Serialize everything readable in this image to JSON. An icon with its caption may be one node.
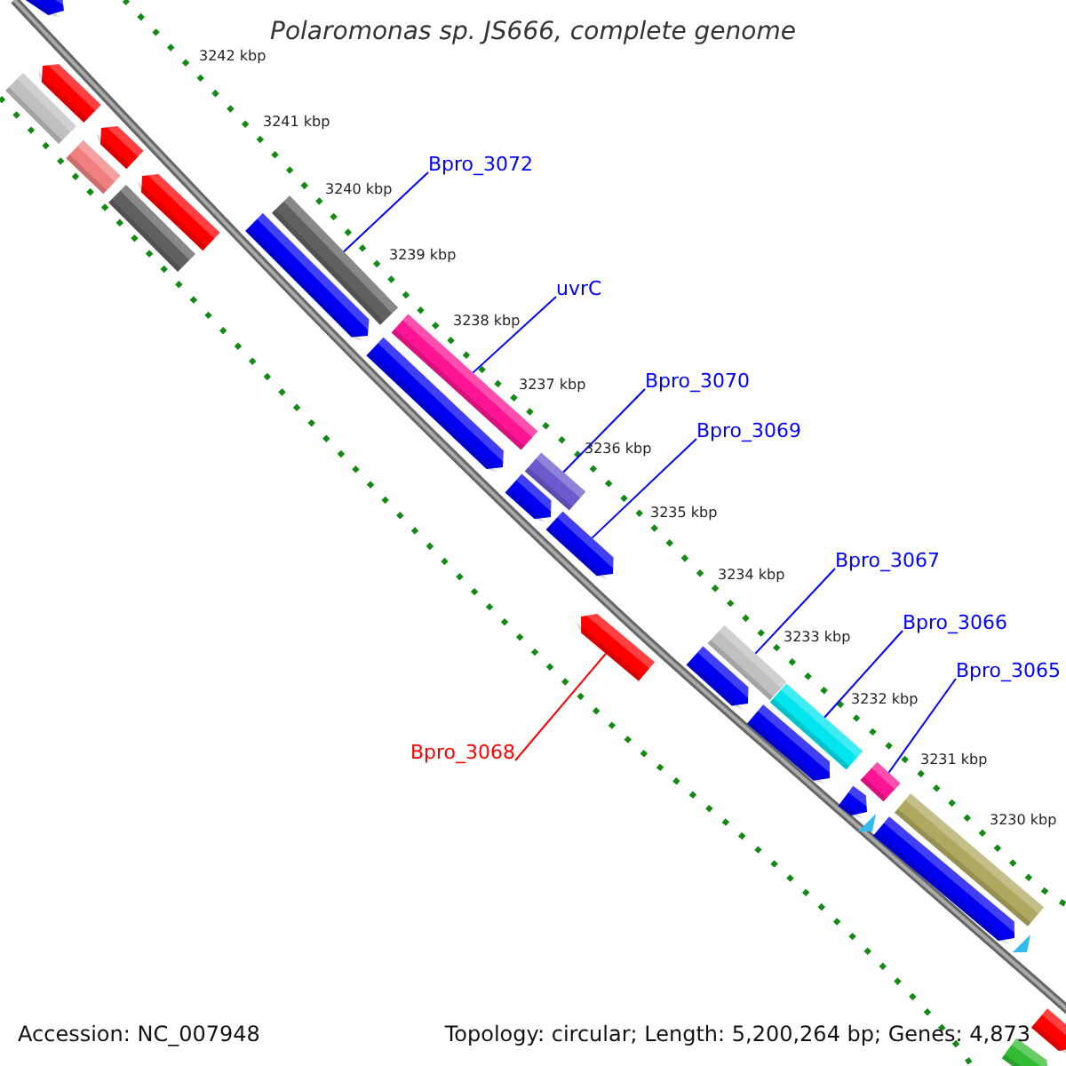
{
  "diagram": {
    "title": "Polaromonas sp. JS666, complete genome",
    "nodes": [
      {
        "text": [
          "Bpro_3072"
        ]
      },
      {
        "text": [],
        "shape": "bar"
      },
      {
        "text": [
          "uvrC"
        ]
      },
      {
        "text": [],
        "shape": "bar"
      },
      {
        "text": [
          "Bpro_3070"
        ]
      },
      {
        "text": [],
        "shape": "bar"
      },
      {
        "text": [
          "Bpro_3069"
        ]
      },
      {
        "text": [],
        "shape": "pentagon"
      },
      {
        "text": [
          "Bpro_3067"
        ]
      },
      {
        "text": [],
        "shape": "bar"
      },
      {
        "text": [
          "Bpro_3066"
        ]
      },
      {
        "text": [],
        "shape": "bar"
      },
      {
        "text": [
          "Bpro_3065"
        ]
      },
      {
        "text": [],
        "shape": "bar"
      },
      {
        "text": [
          "Bpro_3068"
        ]
      },
      {
        "text": [],
        "shape": "pentagon"
      },
      {
        "text": [],
        "shape": "pentagon"
      },
      {
        "text": [],
        "shape": "pentagon"
      },
      {
        "text": [],
        "shape": "bar"
      },
      {
        "text": [],
        "shape": "pentagon"
      },
      {
        "text": [],
        "shape": "bar"
      },
      {
        "text": [],
        "shape": "pentagon"
      },
      {
        "text": [],
        "shape": "bar"
      },
      {
        "text": [],
        "shape": "pentagon"
      },
      {
        "text": [],
        "shape": "pentagon"
      },
      {
        "text": [],
        "shape": "pentagon"
      },
      {
        "text": [],
        "shape": "pentagon"
      },
      {
        "text": [],
        "shape": "pentagon"
      },
      {
        "text": [],
        "shape": "pentagon"
      },
      {
        "text": [],
        "shape": "bar"
      },
      {
        "text": [],
        "shape": "pentagon"
      },
      {
        "text": [],
        "shape": "pentagon"
      },
      {
        "text": [],
        "shape": "pentagon"
      }
    ],
    "edges": [
      {
        "from": 0,
        "to": 1,
        "arrow": "none"
      },
      {
        "from": 2,
        "to": 3,
        "arrow": "none"
      },
      {
        "from": 4,
        "to": 5,
        "arrow": "none"
      },
      {
        "from": 6,
        "to": 7,
        "arrow": "none"
      },
      {
        "from": 8,
        "to": 9,
        "arrow": "none"
      },
      {
        "from": 10,
        "to": 11,
        "arrow": "none"
      },
      {
        "from": 12,
        "to": 13,
        "arrow": "none"
      },
      {
        "from": 14,
        "to": 15,
        "arrow": "none",
        "color": "#ff0000"
      }
    ],
    "labels": [
      "3242 kbp",
      "3241 kbp",
      "3240 kbp",
      "3239 kbp",
      "3238 kbp",
      "3237 kbp",
      "3236 kbp",
      "3235 kbp",
      "3234 kbp",
      "3233 kbp",
      "3232 kbp",
      "3231 kbp",
      "3230 kbp",
      "Accession: NC_007948",
      "Topology: circular; Length: 5,200,264 bp; Genes: 4,873"
    ]
  }
}
